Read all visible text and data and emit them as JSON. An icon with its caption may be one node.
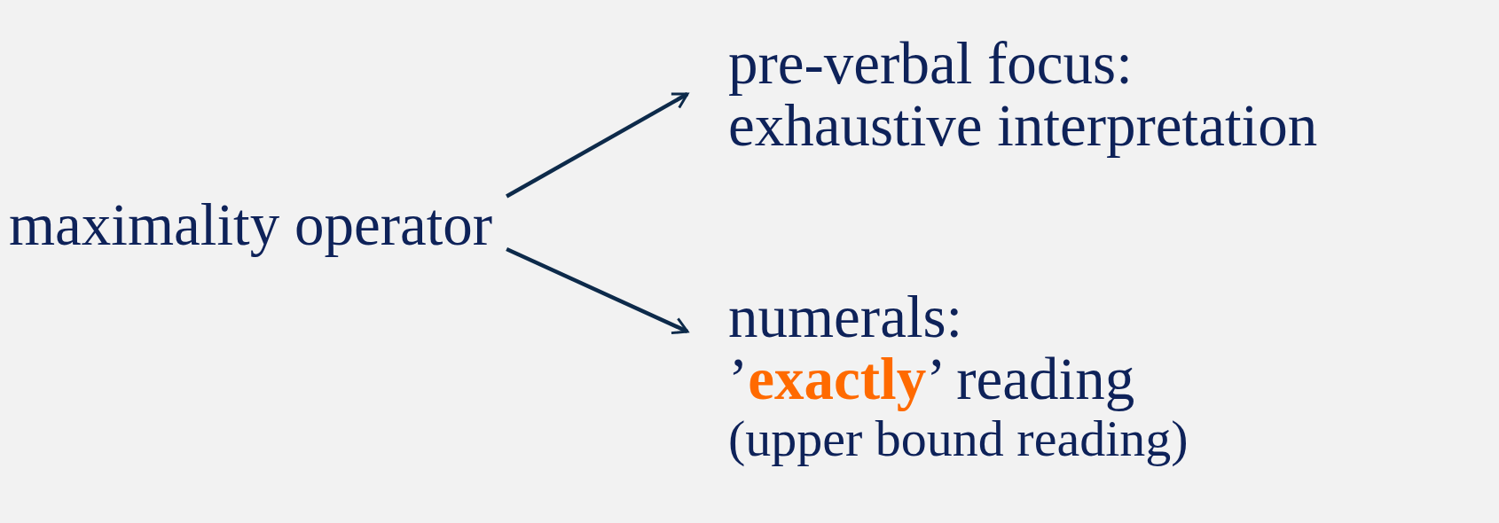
{
  "diagram": {
    "nodes": [
      {
        "text": [
          "maximality operator"
        ]
      },
      {
        "text": [
          "pre-verbal focus:",
          "exhaustive interpretation"
        ]
      },
      {
        "text": [
          "numerals:",
          "’**exactly**’ reading",
          "(upper bound reading)"
        ]
      }
    ],
    "edges": [
      {
        "from": 0,
        "to": 1,
        "arrow": "to"
      },
      {
        "from": 0,
        "to": 2,
        "arrow": "to"
      }
    ]
  }
}
